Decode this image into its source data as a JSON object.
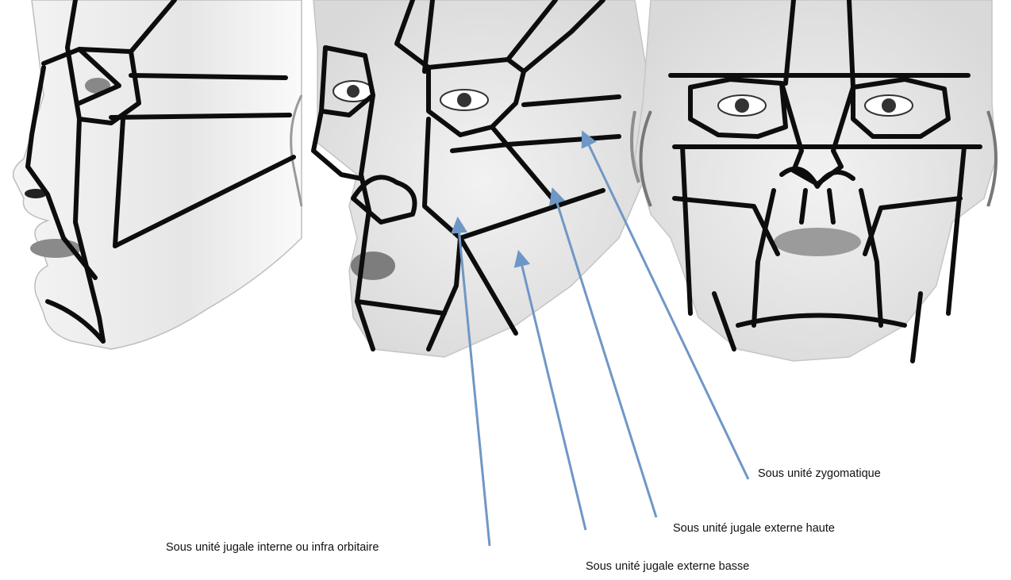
{
  "figure": {
    "panels": [
      "profile-view",
      "three-quarter-view",
      "frontal-view"
    ],
    "line_color": "#0d0d0d",
    "arrow_color": "#6f97c6",
    "labels": {
      "zygomatique": "Sous unité zygomatique",
      "jugale_externe_haute": "Sous unité jugale externe haute",
      "jugale_interne": "Sous unité jugale interne ou infra orbitaire",
      "jugale_externe_basse": "Sous unité jugale externe  basse"
    }
  }
}
